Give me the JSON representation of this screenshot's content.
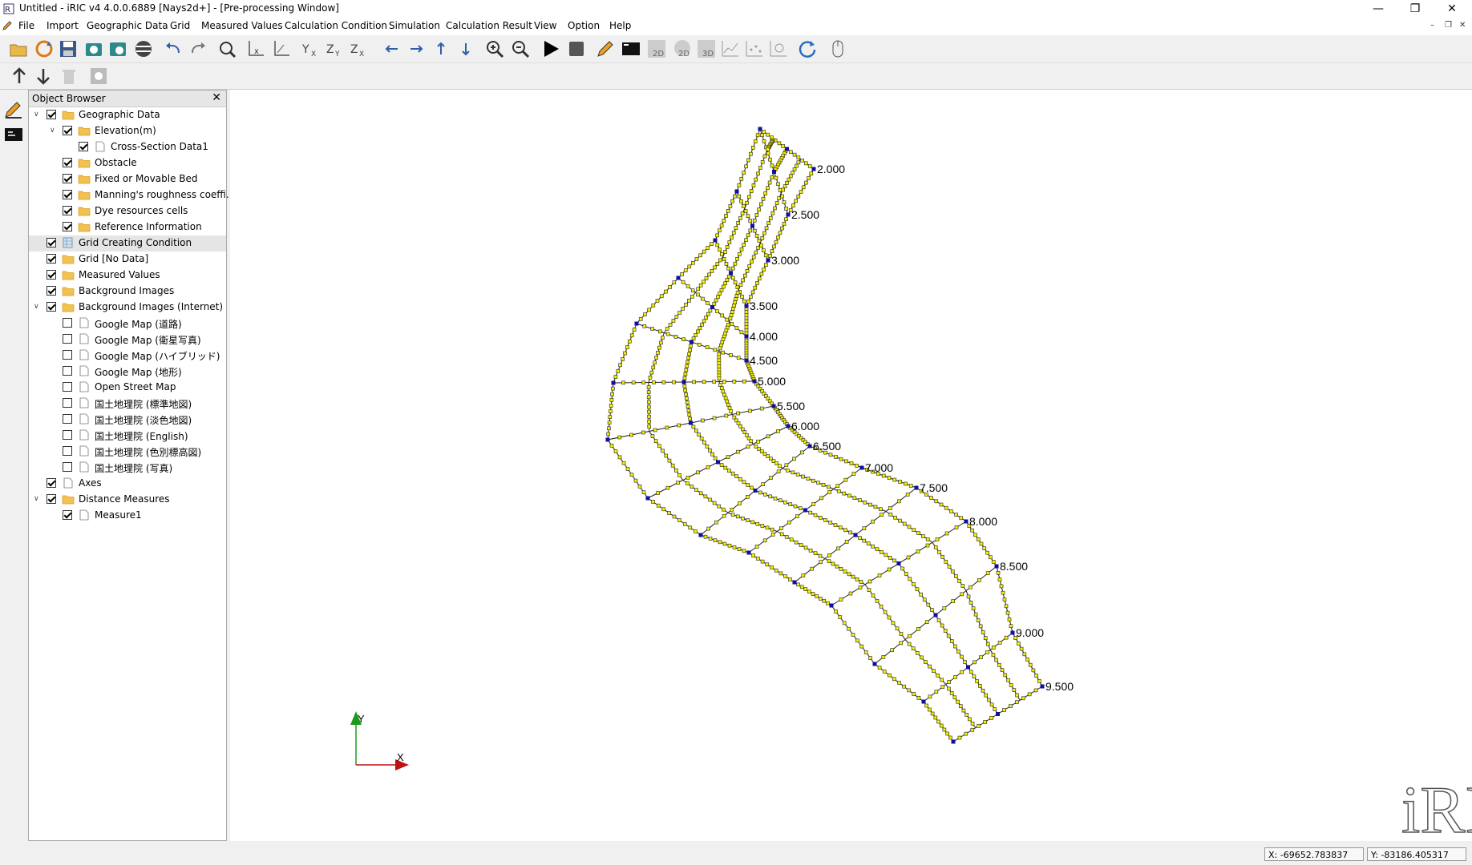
{
  "window": {
    "title": "Untitled - iRIC v4 4.0.0.6889 [Nays2d+] - [Pre-processing Window]"
  },
  "menu": [
    "File",
    "Import",
    "Geographic Data",
    "Grid",
    "Measured Values",
    "Calculation Condition",
    "Simulation",
    "Calculation Result",
    "View",
    "Option",
    "Help"
  ],
  "object_browser": {
    "title": "Object Browser",
    "items": [
      {
        "label": "Geographic Data",
        "level": 0,
        "expand": "open",
        "checked": true,
        "icon": "folder"
      },
      {
        "label": "Elevation(m)",
        "level": 1,
        "expand": "open",
        "checked": true,
        "icon": "folder"
      },
      {
        "label": "Cross-Section Data1",
        "level": 2,
        "expand": "none",
        "checked": true,
        "icon": "doc"
      },
      {
        "label": "Obstacle",
        "level": 1,
        "expand": "none",
        "checked": true,
        "icon": "folder"
      },
      {
        "label": "Fixed or Movable Bed",
        "level": 1,
        "expand": "none",
        "checked": true,
        "icon": "folder"
      },
      {
        "label": "Manning's roughness coeffi...",
        "level": 1,
        "expand": "none",
        "checked": true,
        "icon": "folder"
      },
      {
        "label": "Dye resources cells",
        "level": 1,
        "expand": "none",
        "checked": true,
        "icon": "folder"
      },
      {
        "label": "Reference Information",
        "level": 1,
        "expand": "none",
        "checked": true,
        "icon": "folder"
      },
      {
        "label": "Grid Creating Condition",
        "level": 0,
        "expand": "none",
        "checked": true,
        "icon": "grid",
        "selected": true
      },
      {
        "label": "Grid [No Data]",
        "level": 0,
        "expand": "none",
        "checked": true,
        "icon": "folder"
      },
      {
        "label": "Measured Values",
        "level": 0,
        "expand": "none",
        "checked": true,
        "icon": "folder"
      },
      {
        "label": "Background Images",
        "level": 0,
        "expand": "none",
        "checked": true,
        "icon": "folder"
      },
      {
        "label": "Background Images (Internet)",
        "level": 0,
        "expand": "open",
        "checked": true,
        "icon": "folder"
      },
      {
        "label": "Google Map (道路)",
        "level": 1,
        "expand": "none",
        "checked": false,
        "icon": "doc"
      },
      {
        "label": "Google Map (衛星写真)",
        "level": 1,
        "expand": "none",
        "checked": false,
        "icon": "doc"
      },
      {
        "label": "Google Map (ハイブリッド)",
        "level": 1,
        "expand": "none",
        "checked": false,
        "icon": "doc"
      },
      {
        "label": "Google Map (地形)",
        "level": 1,
        "expand": "none",
        "checked": false,
        "icon": "doc"
      },
      {
        "label": "Open Street Map",
        "level": 1,
        "expand": "none",
        "checked": false,
        "icon": "doc"
      },
      {
        "label": "国土地理院 (標準地図)",
        "level": 1,
        "expand": "none",
        "checked": false,
        "icon": "doc"
      },
      {
        "label": "国土地理院 (淡色地図)",
        "level": 1,
        "expand": "none",
        "checked": false,
        "icon": "doc"
      },
      {
        "label": "国土地理院 (English)",
        "level": 1,
        "expand": "none",
        "checked": false,
        "icon": "doc"
      },
      {
        "label": "国土地理院 (色別標高図)",
        "level": 1,
        "expand": "none",
        "checked": false,
        "icon": "doc"
      },
      {
        "label": "国土地理院 (写真)",
        "level": 1,
        "expand": "none",
        "checked": false,
        "icon": "doc"
      },
      {
        "label": "Axes",
        "level": 0,
        "expand": "none",
        "checked": true,
        "icon": "doc"
      },
      {
        "label": "Distance Measures",
        "level": 0,
        "expand": "open",
        "checked": true,
        "icon": "folder"
      },
      {
        "label": "Measure1",
        "level": 1,
        "expand": "none",
        "checked": true,
        "icon": "doc"
      }
    ]
  },
  "canvas": {
    "axis_labels": {
      "x": "X",
      "y": "Y"
    },
    "section_labels": [
      "2.000",
      "2.500",
      "3.000",
      "3.500",
      "4.000",
      "4.500",
      "5.000",
      "5.500",
      "6.000",
      "6.500",
      "7.000",
      "7.500",
      "8.000",
      "8.500",
      "9.000",
      "9.500"
    ],
    "logo_text": "iRIC"
  },
  "status": {
    "x_coord": "X: -69652.783837",
    "y_coord": "Y: -83186.405317"
  }
}
